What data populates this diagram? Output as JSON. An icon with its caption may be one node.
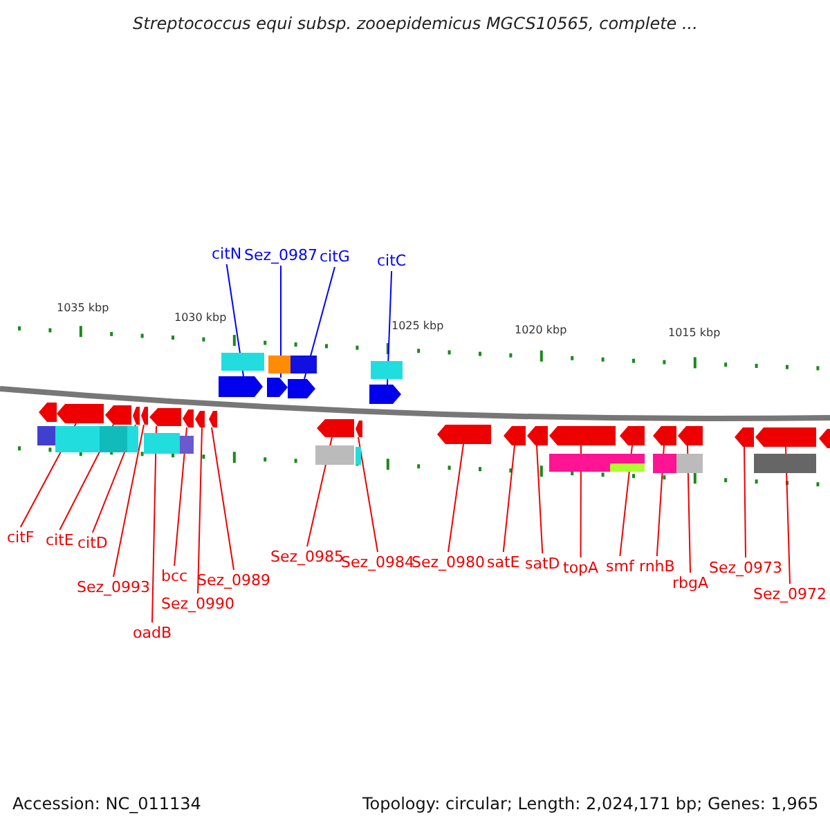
{
  "diagram": {
    "title": "Streptococcus equi subsp. zooepidemicus MGCS10565, complete ...",
    "nodes": [
      {
        "text": [
          "citN"
        ]
      },
      {
        "text": [
          "Sez_0987"
        ]
      },
      {
        "text": [
          "citG"
        ]
      },
      {
        "text": [
          "citC"
        ]
      },
      {
        "text": [],
        "shape": "arrow"
      },
      {
        "text": [],
        "shape": "arrow"
      },
      {
        "text": [],
        "shape": "arrow"
      },
      {
        "text": [],
        "shape": "arrow"
      },
      {
        "text": [],
        "shape": "arrow"
      },
      {
        "text": [],
        "shape": "arrow"
      },
      {
        "text": [],
        "shape": "arrow"
      },
      {
        "text": [],
        "shape": "arrow"
      },
      {
        "text": [],
        "shape": "arrow"
      },
      {
        "text": [],
        "shape": "arrow"
      },
      {
        "text": [],
        "shape": "arrow"
      },
      {
        "text": [],
        "shape": "arrow"
      },
      {
        "text": [],
        "shape": "arrow"
      },
      {
        "text": [],
        "shape": "arrow"
      },
      {
        "text": [],
        "shape": "arrow"
      },
      {
        "text": [],
        "shape": "arrow"
      },
      {
        "text": [],
        "shape": "arrow"
      },
      {
        "text": [],
        "shape": "arrow"
      },
      {
        "text": [],
        "shape": "arrow"
      },
      {
        "text": [],
        "shape": "arrow"
      },
      {
        "text": [],
        "shape": "arrow"
      },
      {
        "text": [],
        "shape": "arrow"
      },
      {
        "text": [],
        "shape": "arrow"
      },
      {
        "text": [
          "citF"
        ]
      },
      {
        "text": [
          "citE"
        ]
      },
      {
        "text": [
          "citD"
        ]
      },
      {
        "text": [
          "Sez_0993"
        ]
      },
      {
        "text": [
          "oadB"
        ]
      },
      {
        "text": [
          "bcc"
        ]
      },
      {
        "text": [
          "Sez_0990"
        ]
      },
      {
        "text": [
          "Sez_0989"
        ]
      },
      {
        "text": [
          "Sez_0985"
        ]
      },
      {
        "text": [
          "Sez_0984"
        ]
      },
      {
        "text": [
          "Sez_0980"
        ]
      },
      {
        "text": [
          "satE"
        ]
      },
      {
        "text": [
          "satD"
        ]
      },
      {
        "text": [
          "topA"
        ]
      },
      {
        "text": [
          "smf"
        ]
      },
      {
        "text": [
          "rnhB"
        ]
      },
      {
        "text": [
          "rbgA"
        ]
      },
      {
        "text": [
          "Sez_0973"
        ]
      },
      {
        "text": [
          "Sez_0972"
        ]
      },
      {
        "text": [],
        "shape": "arrow"
      },
      {
        "text": [],
        "shape": "arrow"
      }
    ],
    "edges": [
      {
        "from": 0,
        "to": 4,
        "arrow": "none",
        "color": "#0000ff"
      },
      {
        "from": 1,
        "to": 5,
        "arrow": "none",
        "color": "#0000ff"
      },
      {
        "from": 2,
        "to": 6,
        "arrow": "none",
        "color": "#0000ff"
      },
      {
        "from": 3,
        "to": 7,
        "arrow": "none",
        "color": "#0000ff"
      },
      {
        "from": 27,
        "to": 8,
        "arrow": "none"
      },
      {
        "from": 28,
        "to": 9,
        "arrow": "none"
      },
      {
        "from": 29,
        "to": 10,
        "arrow": "none"
      },
      {
        "from": 30,
        "to": 11,
        "arrow": "none"
      },
      {
        "from": 31,
        "to": 12,
        "arrow": "none"
      },
      {
        "from": 32,
        "to": 13,
        "arrow": "none"
      },
      {
        "from": 33,
        "to": 14,
        "arrow": "none"
      },
      {
        "from": 34,
        "to": 15,
        "arrow": "none"
      },
      {
        "from": 35,
        "to": 16,
        "arrow": "none"
      },
      {
        "from": 36,
        "to": 17,
        "arrow": "none"
      },
      {
        "from": 37,
        "to": 18,
        "arrow": "none"
      },
      {
        "from": 38,
        "to": 19,
        "arrow": "none"
      },
      {
        "from": 39,
        "to": 20,
        "arrow": "none"
      },
      {
        "from": 40,
        "to": 21,
        "arrow": "none"
      },
      {
        "from": 41,
        "to": 22,
        "arrow": "none"
      },
      {
        "from": 42,
        "to": 23,
        "arrow": "none"
      },
      {
        "from": 43,
        "to": 24,
        "arrow": "none"
      },
      {
        "from": 44,
        "to": 25,
        "arrow": "none"
      },
      {
        "from": 45,
        "to": 26,
        "arrow": "none"
      }
    ],
    "labels": [
      "1035 kbp",
      "1030 kbp",
      "1025 kbp",
      "1020 kbp",
      "1015 kbp",
      "Accession: NC_011134",
      "Topology: circular; Length: 2,024,171 bp; Genes: 1,965"
    ]
  }
}
